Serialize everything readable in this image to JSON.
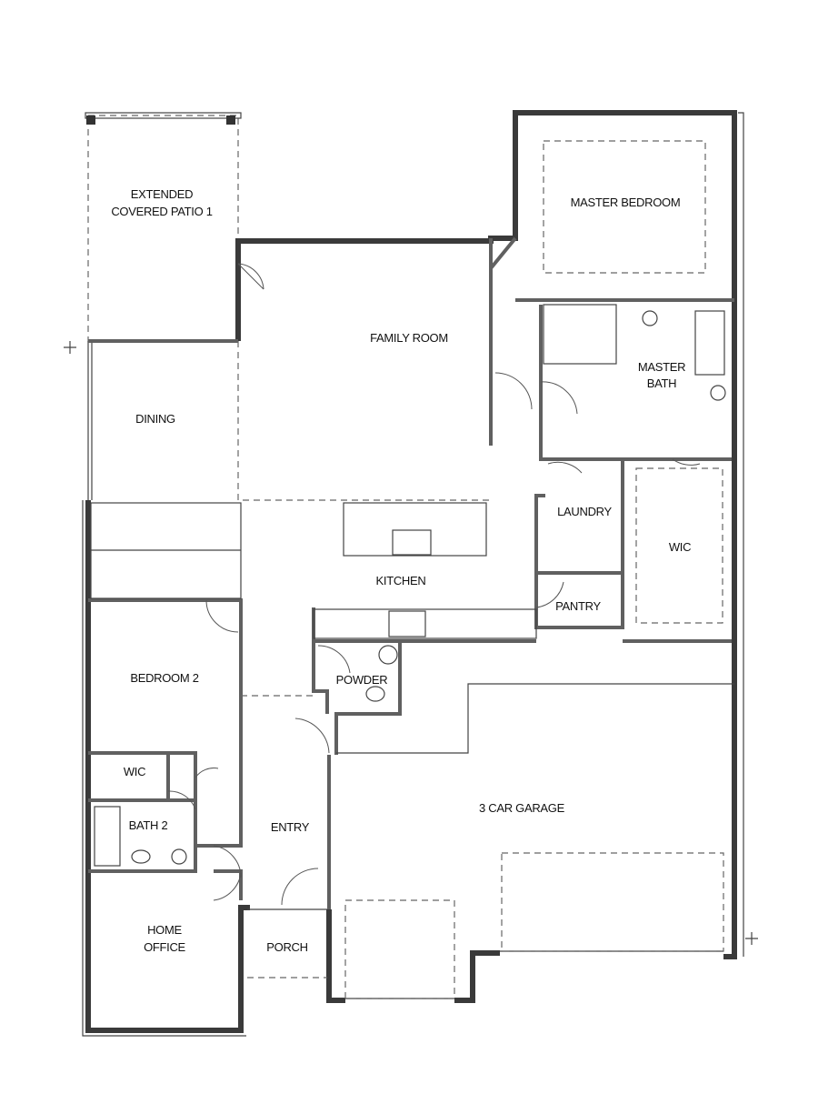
{
  "floorplan": {
    "rooms": {
      "patio": [
        "EXTENDED",
        "COVERED PATIO 1"
      ],
      "master_bedroom": "MASTER BEDROOM",
      "family_room": "FAMILY ROOM",
      "master_bath": [
        "MASTER",
        "BATH"
      ],
      "dining": "DINING",
      "laundry": "LAUNDRY",
      "wic_master": "WIC",
      "kitchen": "KITCHEN",
      "pantry": "PANTRY",
      "bedroom2": "BEDROOM 2",
      "powder": "POWDER",
      "wic_bed2": "WIC",
      "bath2": "BATH 2",
      "entry": "ENTRY",
      "garage": "3 CAR GARAGE",
      "home_office": [
        "HOME",
        "OFFICE"
      ],
      "porch": "PORCH"
    },
    "colors": {
      "wall": "#3a3a3a",
      "background": "#ffffff"
    }
  }
}
